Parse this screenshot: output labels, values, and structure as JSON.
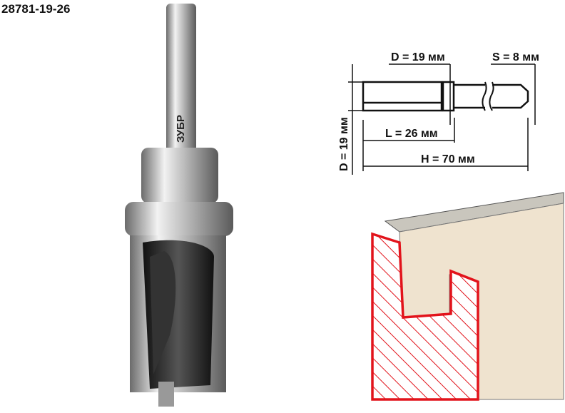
{
  "product": {
    "article": "28781-19-26",
    "brand": "ЗУБР"
  },
  "dimensions": {
    "cut_diameter": "D = 19 мм",
    "bearing_diameter": "D = 19 мм",
    "shank": "S = 8 мм",
    "cut_length": "L = 26 мм",
    "total_length": "H = 70 мм"
  },
  "colors": {
    "profile_outline": "#e2131b",
    "wood": "#efe3cf",
    "wood_top": "#c9c6bd"
  }
}
